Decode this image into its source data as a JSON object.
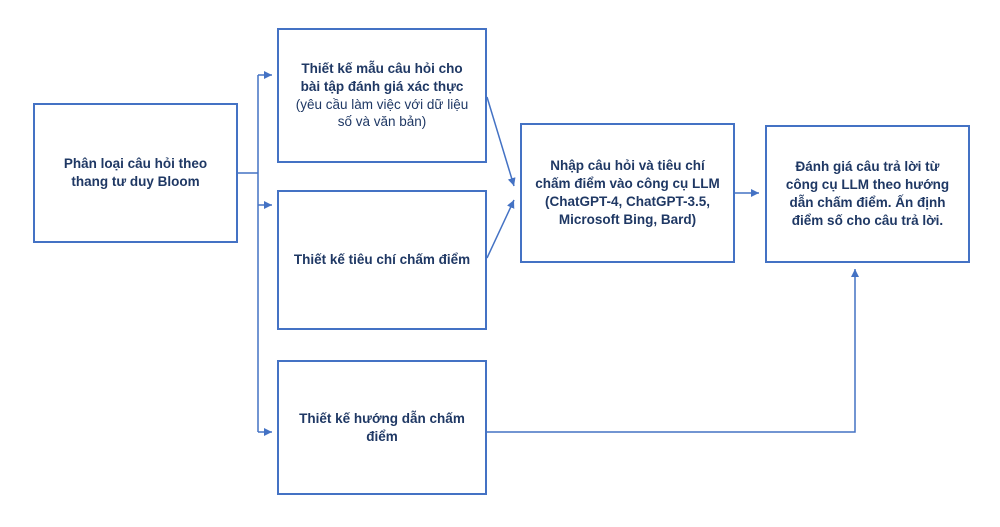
{
  "colors": {
    "border": "#4472C4",
    "arrow": "#4472C4",
    "text": "#1F3864",
    "background": "#FFFFFF"
  },
  "diagram": {
    "boxes": {
      "bloom": {
        "text": "Phân loại câu hỏi theo thang tư duy Bloom"
      },
      "design_questions": {
        "bold_text": "Thiết kế mẫu câu hỏi cho bài tập đánh giá xác thực",
        "regular_text": "(yêu cầu làm việc với dữ liệu số và văn bản)"
      },
      "design_criteria": {
        "text": "Thiết kế tiêu chí chấm điểm"
      },
      "design_guidelines": {
        "text": "Thiết kế hướng dẫn chấm điểm"
      },
      "llm_input": {
        "text": "Nhập câu hỏi và tiêu chí chấm điểm vào công cụ LLM (ChatGPT-4, ChatGPT-3.5, Microsoft Bing, Bard)"
      },
      "evaluate": {
        "text": "Đánh giá câu trả lời từ công cụ LLM theo hướng dẫn chấm điểm. Ấn định điểm số cho câu trả lời."
      }
    }
  }
}
